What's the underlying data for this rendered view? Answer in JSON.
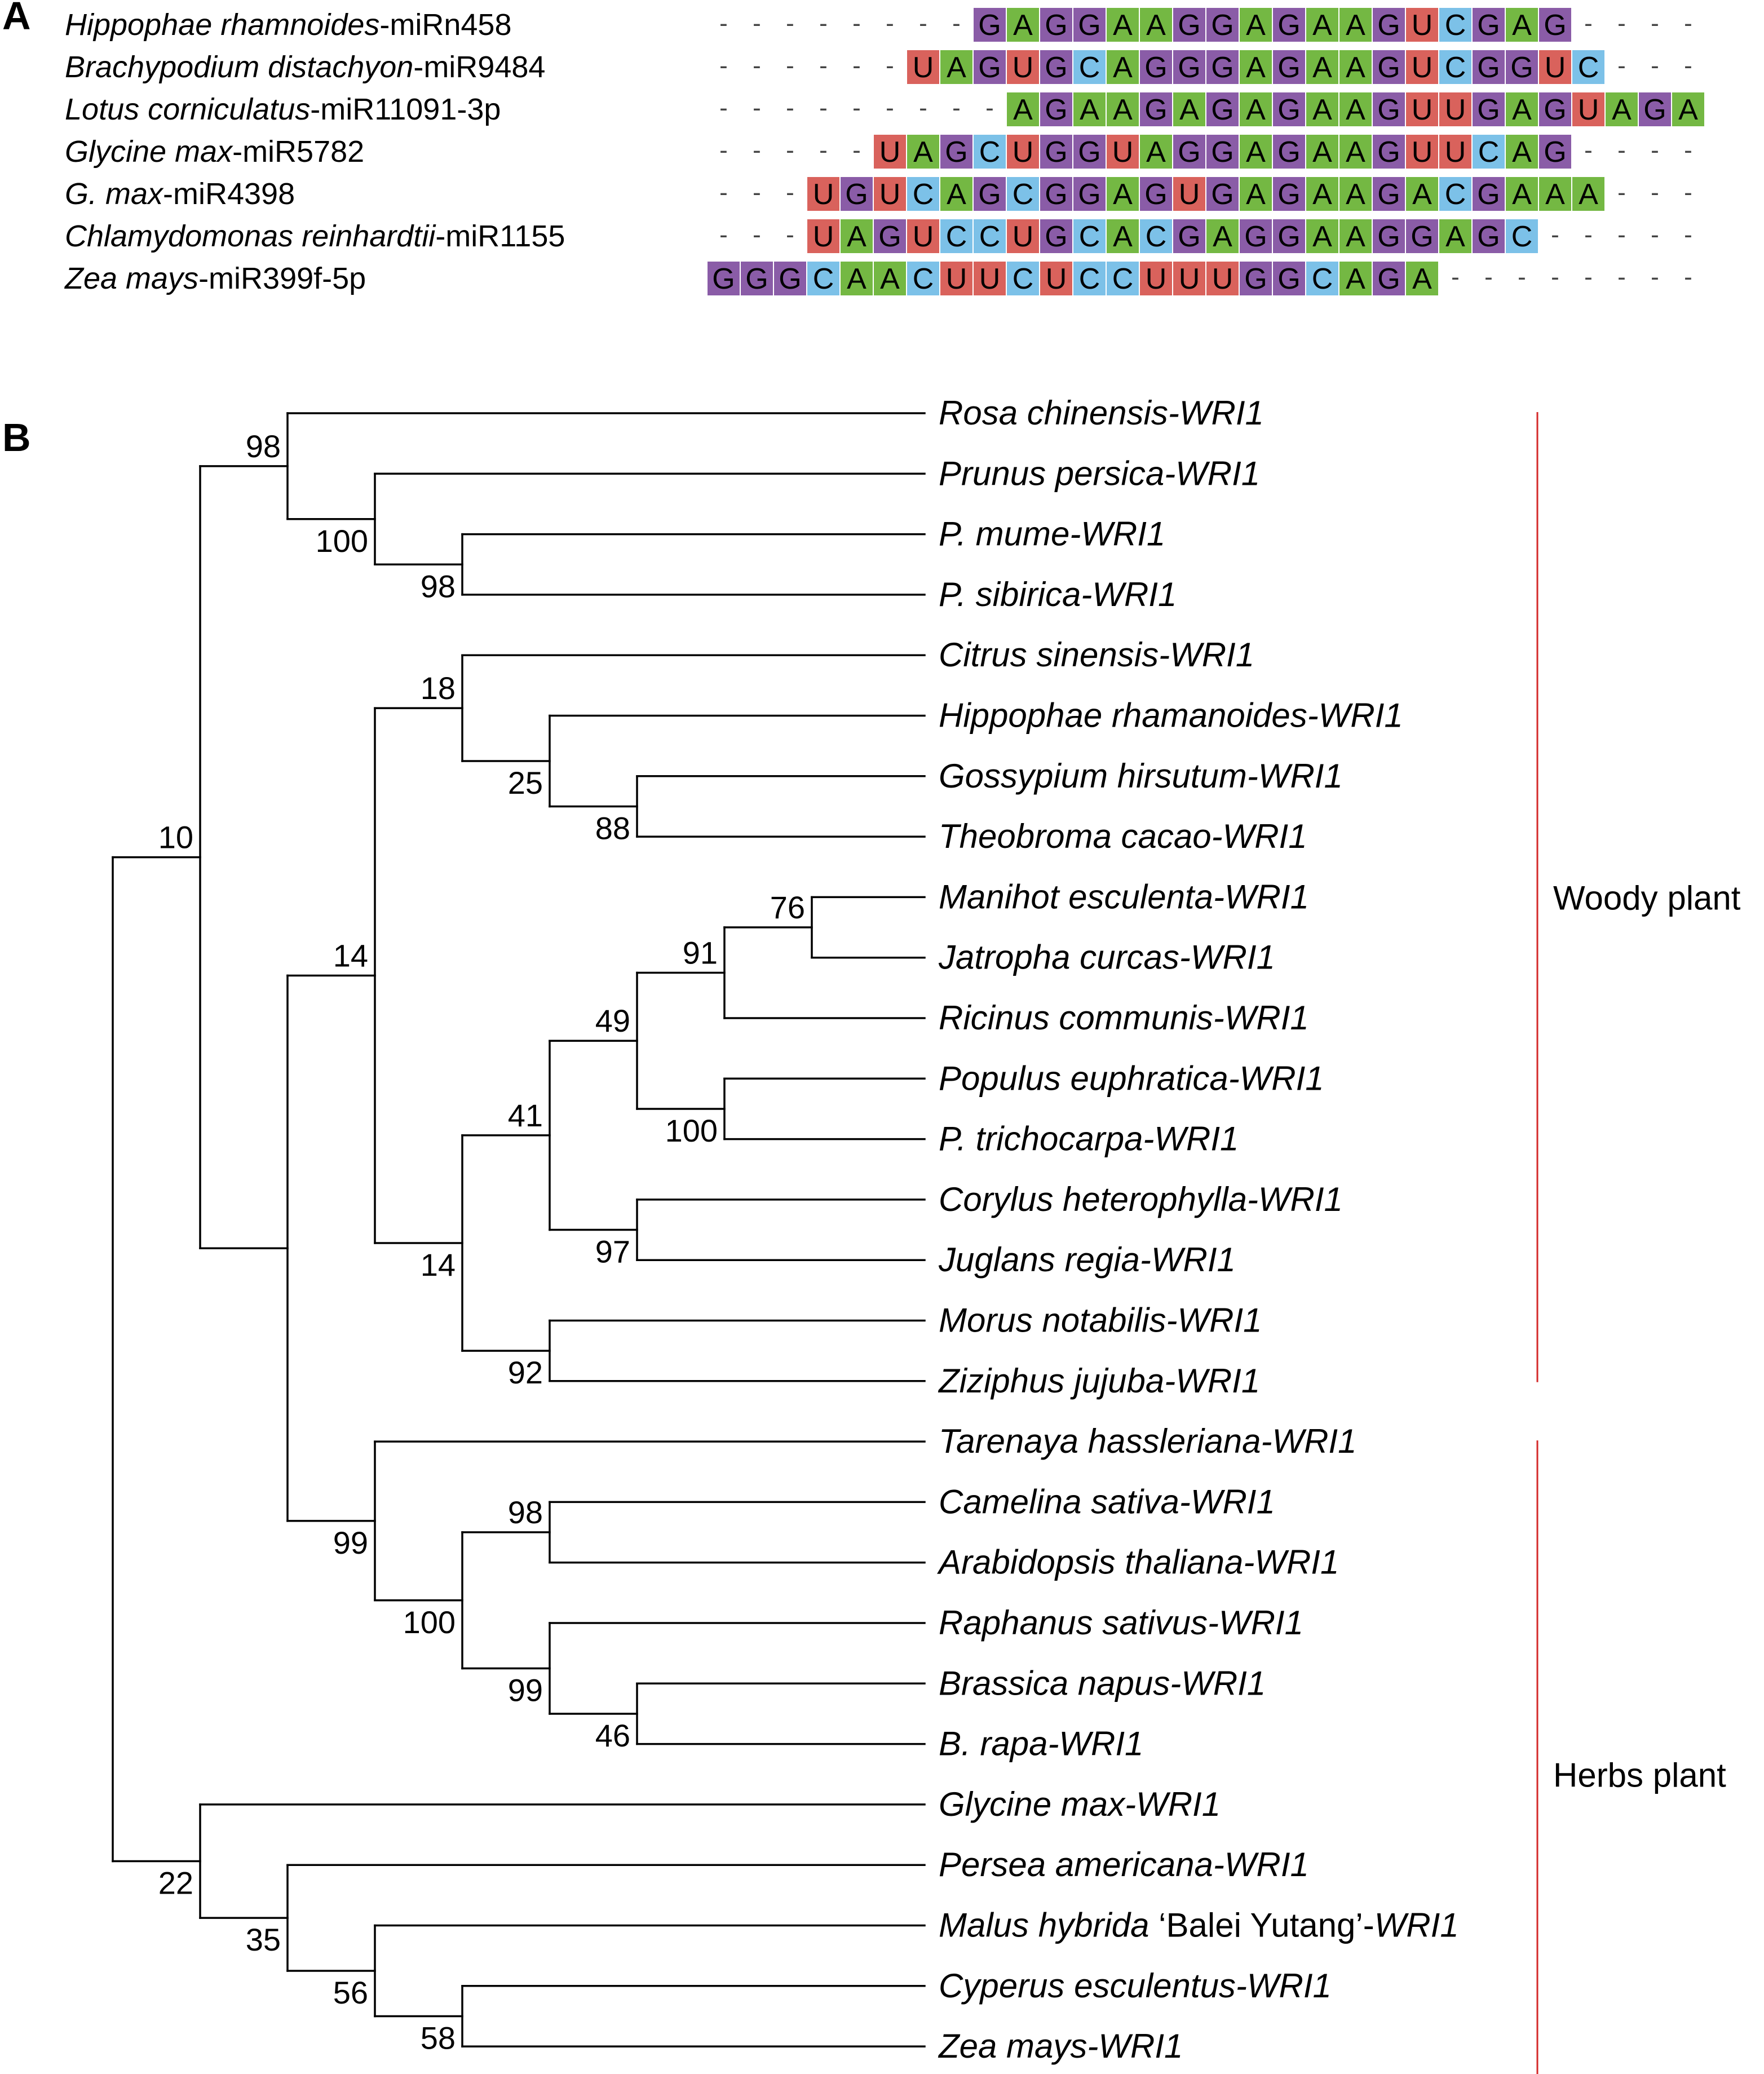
{
  "panel_a": {
    "letter": "A",
    "nucleotide_colors": {
      "A": "#74b843",
      "G": "#8a5ca7",
      "C": "#7cc1e8",
      "U": "#d9625c"
    },
    "rows": [
      {
        "name_italic": "Hippophae rhamnoides",
        "name_plain": "-miRn458",
        "offset": 8,
        "seq": "GAGGAAGGAGAAGUCGAG"
      },
      {
        "name_italic": "Brachypodium distachyon",
        "name_plain": "-miR9484",
        "offset": 6,
        "seq": "UAGUGCAGGGAGAAGUCGGUC"
      },
      {
        "name_italic": "Lotus corniculatus",
        "name_plain": "-miR11091-3p",
        "offset": 9,
        "seq": "AGAAGAGAGAAGUUGAGUAGA"
      },
      {
        "name_italic": "Glycine max",
        "name_plain": "-miR5782",
        "offset": 5,
        "seq": "UAGCUGGUAGGAGAAGUUCAG"
      },
      {
        "name_italic": "G. max",
        "name_plain": "-miR4398",
        "offset": 3,
        "seq": "UGUCAGCGGAGUGAGAAGACGAAA"
      },
      {
        "name_italic": "Chlamydomonas reinhardtii",
        "name_plain": "-miR1155",
        "offset": 3,
        "seq": "UAGUCCUGCACGAGGAAGGAGC"
      },
      {
        "name_italic": "Zea mays",
        "name_plain": "-miR399f-5p",
        "offset": 0,
        "seq": "GGGCAACUUCUCCUUUGGCAGA"
      }
    ]
  },
  "panel_b": {
    "letter": "B",
    "branch_color": "#000000",
    "bracket_color": "#d42a2a",
    "groups": [
      {
        "label": "Woody plant",
        "from_leaf": 0,
        "to_leaf": 16
      },
      {
        "label": "Herbs plant",
        "from_leaf": 17,
        "to_leaf": 28
      }
    ],
    "leaves": [
      {
        "name": "Rosa chinensis-WRI1"
      },
      {
        "name": "Prunus persica-WRI1"
      },
      {
        "name": "P. mume-WRI1"
      },
      {
        "name": "P. sibirica-WRI1"
      },
      {
        "name": "Citrus sinensis-WRI1"
      },
      {
        "name": "Hippophae rhamanoides-WRI1"
      },
      {
        "name": "Gossypium hirsutum-WRI1"
      },
      {
        "name": "Theobroma cacao-WRI1"
      },
      {
        "name": "Manihot esculenta-WRI1"
      },
      {
        "name": "Jatropha curcas-WRI1"
      },
      {
        "name": "Ricinus communis-WRI1"
      },
      {
        "name": "Populus euphratica-WRI1"
      },
      {
        "name": "P. trichocarpa-WRI1"
      },
      {
        "name": "Corylus heterophylla-WRI1"
      },
      {
        "name": "Juglans regia-WRI1"
      },
      {
        "name": "Morus notabilis-WRI1"
      },
      {
        "name": "Ziziphus jujuba-WRI1"
      },
      {
        "name": "Tarenaya hassleriana-WRI1"
      },
      {
        "name": "Camelina sativa-WRI1"
      },
      {
        "name": "Arabidopsis thaliana-WRI1"
      },
      {
        "name": "Raphanus sativus-WRI1"
      },
      {
        "name": "Brassica napus-WRI1"
      },
      {
        "name": "B. rapa-WRI1"
      },
      {
        "name": "Glycine max-WRI1"
      },
      {
        "name": "Persea americana-WRI1"
      },
      {
        "name": "Malus hybrida",
        "name_plain": " ‘Balei Yutang’-",
        "name_tail": "WRI1"
      },
      {
        "name": "Cyperus esculentus-WRI1"
      },
      {
        "name": "Zea mays-WRI1"
      }
    ],
    "tree": {
      "children": [
        {
          "support": "10",
          "children": [
            {
              "support": "98",
              "children": [
                {
                  "leaf": 0
                },
                {
                  "support": "100",
                  "children": [
                    {
                      "leaf": 1
                    },
                    {
                      "support": "98",
                      "children": [
                        {
                          "leaf": 2
                        },
                        {
                          "leaf": 3
                        }
                      ]
                    }
                  ]
                }
              ]
            },
            {
              "children": [
                {
                  "support": "14",
                  "children": [
                    {
                      "support": "18",
                      "children": [
                        {
                          "leaf": 4
                        },
                        {
                          "support": "25",
                          "children": [
                            {
                              "leaf": 5
                            },
                            {
                              "support": "88",
                              "children": [
                                {
                                  "leaf": 6
                                },
                                {
                                  "leaf": 7
                                }
                              ]
                            }
                          ]
                        }
                      ]
                    },
                    {
                      "support": "14",
                      "children": [
                        {
                          "support": "41",
                          "children": [
                            {
                              "support": "49",
                              "children": [
                                {
                                  "support": "91",
                                  "children": [
                                    {
                                      "support": "76",
                                      "children": [
                                        {
                                          "leaf": 8
                                        },
                                        {
                                          "leaf": 9
                                        }
                                      ]
                                    },
                                    {
                                      "leaf": 10
                                    }
                                  ]
                                },
                                {
                                  "support": "100",
                                  "children": [
                                    {
                                      "leaf": 11
                                    },
                                    {
                                      "leaf": 12
                                    }
                                  ]
                                }
                              ]
                            },
                            {
                              "support": "97",
                              "children": [
                                {
                                  "leaf": 13
                                },
                                {
                                  "leaf": 14
                                }
                              ]
                            }
                          ]
                        },
                        {
                          "support": "92",
                          "children": [
                            {
                              "leaf": 15
                            },
                            {
                              "leaf": 16
                            }
                          ]
                        }
                      ]
                    }
                  ]
                },
                {
                  "support": "99",
                  "children": [
                    {
                      "leaf": 17
                    },
                    {
                      "support": "100",
                      "children": [
                        {
                          "support": "98",
                          "children": [
                            {
                              "leaf": 18
                            },
                            {
                              "leaf": 19
                            }
                          ]
                        },
                        {
                          "support": "99",
                          "children": [
                            {
                              "leaf": 20
                            },
                            {
                              "support": "46",
                              "children": [
                                {
                                  "leaf": 21
                                },
                                {
                                  "leaf": 22
                                }
                              ]
                            }
                          ]
                        }
                      ]
                    }
                  ]
                }
              ]
            }
          ]
        },
        {
          "support": "22",
          "children": [
            {
              "leaf": 23
            },
            {
              "support": "35",
              "children": [
                {
                  "leaf": 24
                },
                {
                  "support": "56",
                  "children": [
                    {
                      "leaf": 25
                    },
                    {
                      "support": "58",
                      "children": [
                        {
                          "leaf": 26
                        },
                        {
                          "leaf": 27
                        }
                      ]
                    }
                  ]
                }
              ]
            }
          ]
        }
      ]
    }
  }
}
